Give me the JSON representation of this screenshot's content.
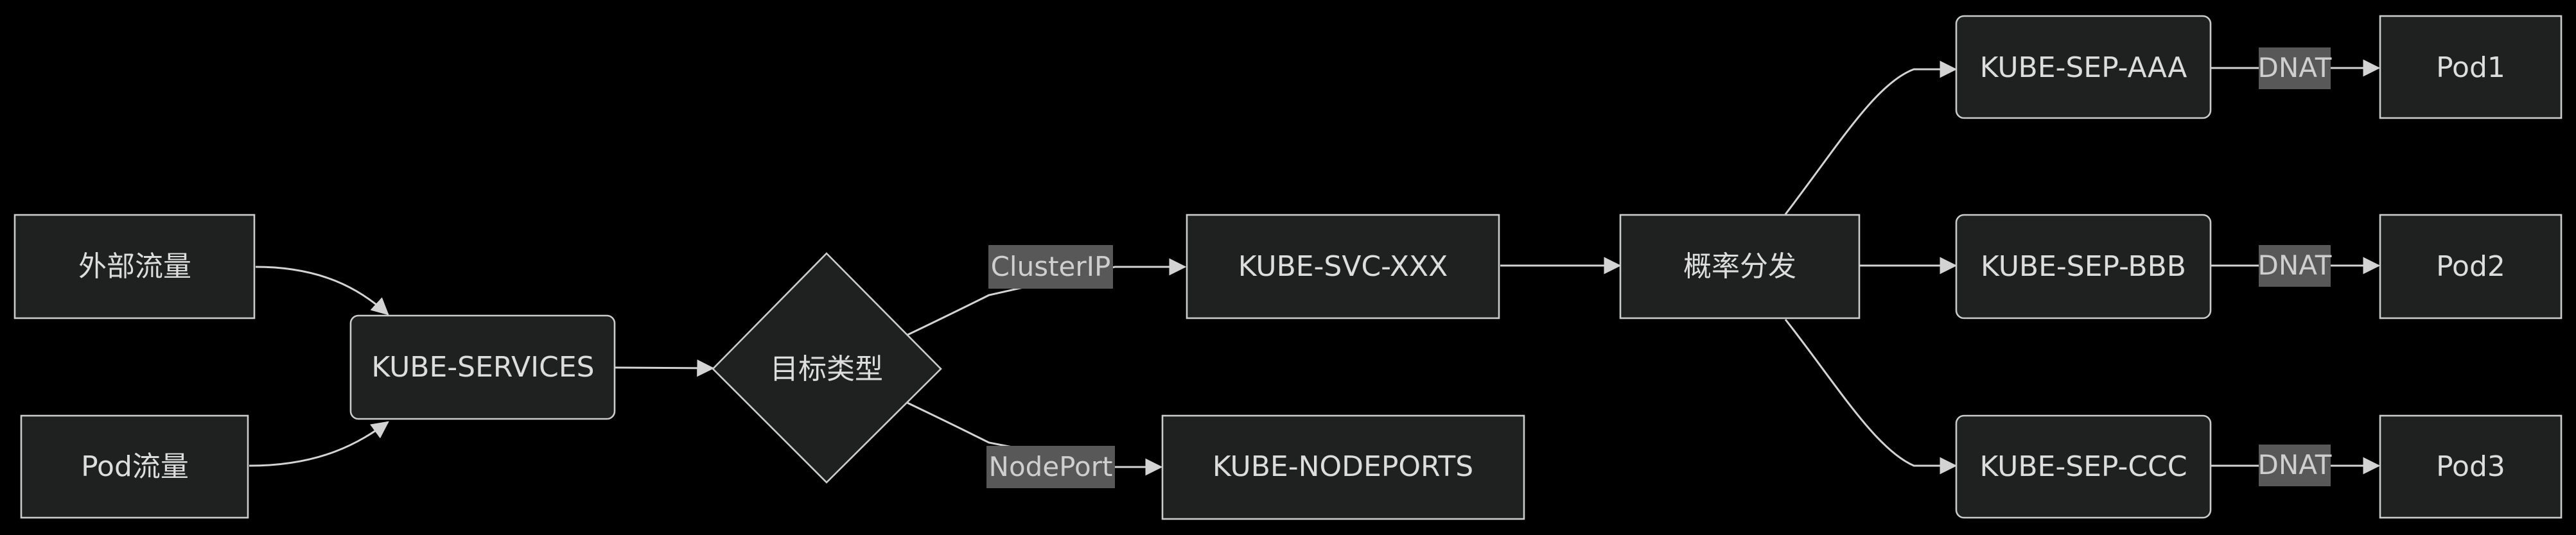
{
  "diagram": {
    "type": "flowchart",
    "direction": "left-to-right",
    "colors": {
      "background": "#000000",
      "node_fill": "#1f2020",
      "node_stroke": "#cccccc",
      "text": "#dddddd",
      "edge": "#d3d3d3",
      "edge_label_bg": "#585858"
    },
    "nodes": {
      "external_traffic": "外部流量",
      "pod_traffic": "Pod流量",
      "kube_services": "KUBE-SERVICES",
      "target_type": "目标类型",
      "kube_svc": "KUBE-SVC-XXX",
      "kube_nodeports": "KUBE-NODEPORTS",
      "probability": "概率分发",
      "sep_aaa": "KUBE-SEP-AAA",
      "sep_bbb": "KUBE-SEP-BBB",
      "sep_ccc": "KUBE-SEP-CCC",
      "pod1": "Pod1",
      "pod2": "Pod2",
      "pod3": "Pod3"
    },
    "edge_labels": {
      "clusterip": "ClusterIP",
      "nodeport": "NodePort",
      "dnat_1": "DNAT",
      "dnat_2": "DNAT",
      "dnat_3": "DNAT"
    },
    "edges": [
      {
        "from": "external_traffic",
        "to": "kube_services",
        "label": ""
      },
      {
        "from": "pod_traffic",
        "to": "kube_services",
        "label": ""
      },
      {
        "from": "kube_services",
        "to": "target_type",
        "label": ""
      },
      {
        "from": "target_type",
        "to": "kube_svc",
        "label": "ClusterIP"
      },
      {
        "from": "target_type",
        "to": "kube_nodeports",
        "label": "NodePort"
      },
      {
        "from": "kube_svc",
        "to": "probability",
        "label": ""
      },
      {
        "from": "probability",
        "to": "sep_aaa",
        "label": ""
      },
      {
        "from": "probability",
        "to": "sep_bbb",
        "label": ""
      },
      {
        "from": "probability",
        "to": "sep_ccc",
        "label": ""
      },
      {
        "from": "sep_aaa",
        "to": "pod1",
        "label": "DNAT"
      },
      {
        "from": "sep_bbb",
        "to": "pod2",
        "label": "DNAT"
      },
      {
        "from": "sep_ccc",
        "to": "pod3",
        "label": "DNAT"
      }
    ]
  }
}
